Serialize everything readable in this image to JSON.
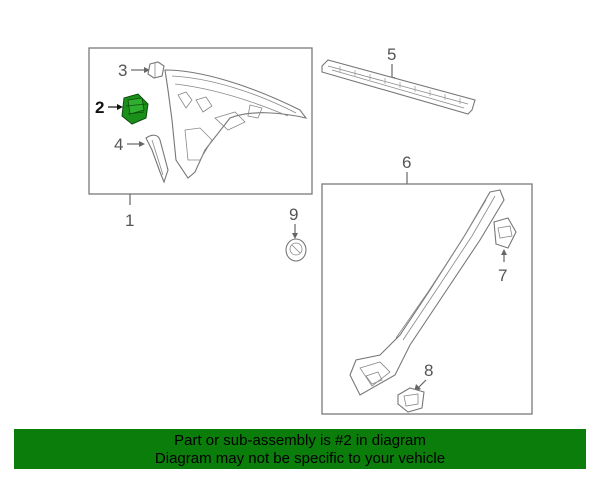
{
  "diagram": {
    "callouts": [
      "1",
      "2",
      "3",
      "4",
      "5",
      "6",
      "7",
      "8",
      "9"
    ],
    "highlight_color": "#1a8f1a"
  },
  "notice": {
    "line1": "Part or sub-assembly is #2 in diagram",
    "line2": "Diagram may not be specific to your vehicle",
    "background": "#0a7d0a"
  }
}
